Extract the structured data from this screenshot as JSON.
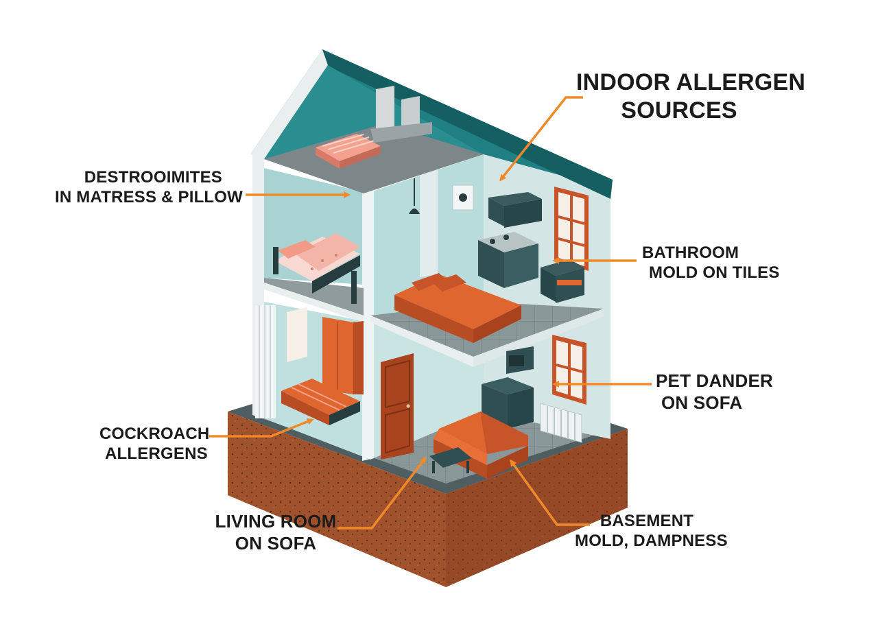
{
  "title": {
    "line1": "INDOOR ALLERGEN",
    "line2": "SOURCES"
  },
  "labels": {
    "dust_mites": {
      "line1": "DESTROOIMITES",
      "line2": "IN MATRESS & PILLOW"
    },
    "bathroom": {
      "line1": "BATHROOM",
      "line2": "MOLD ON TILES"
    },
    "pet_dander": {
      "line1": "PET DANDER",
      "line2": "ON SOFA"
    },
    "cockroach": {
      "line1": "COCKROACH",
      "line2": "ALLERGENS"
    },
    "living_room": {
      "line1": "LIVING ROOM",
      "line2": "ON SOFA"
    },
    "basement": {
      "line1": "BASEMENT",
      "line2": "MOLD, DAMPNESS"
    }
  },
  "colors": {
    "roof": "#1f7f83",
    "wall": "#a9d3d3",
    "accent_orange": "#e0662f",
    "arrow": "#ef8a2b",
    "soil": "#9b4a26",
    "dark_appliance": "#2f4f52"
  }
}
